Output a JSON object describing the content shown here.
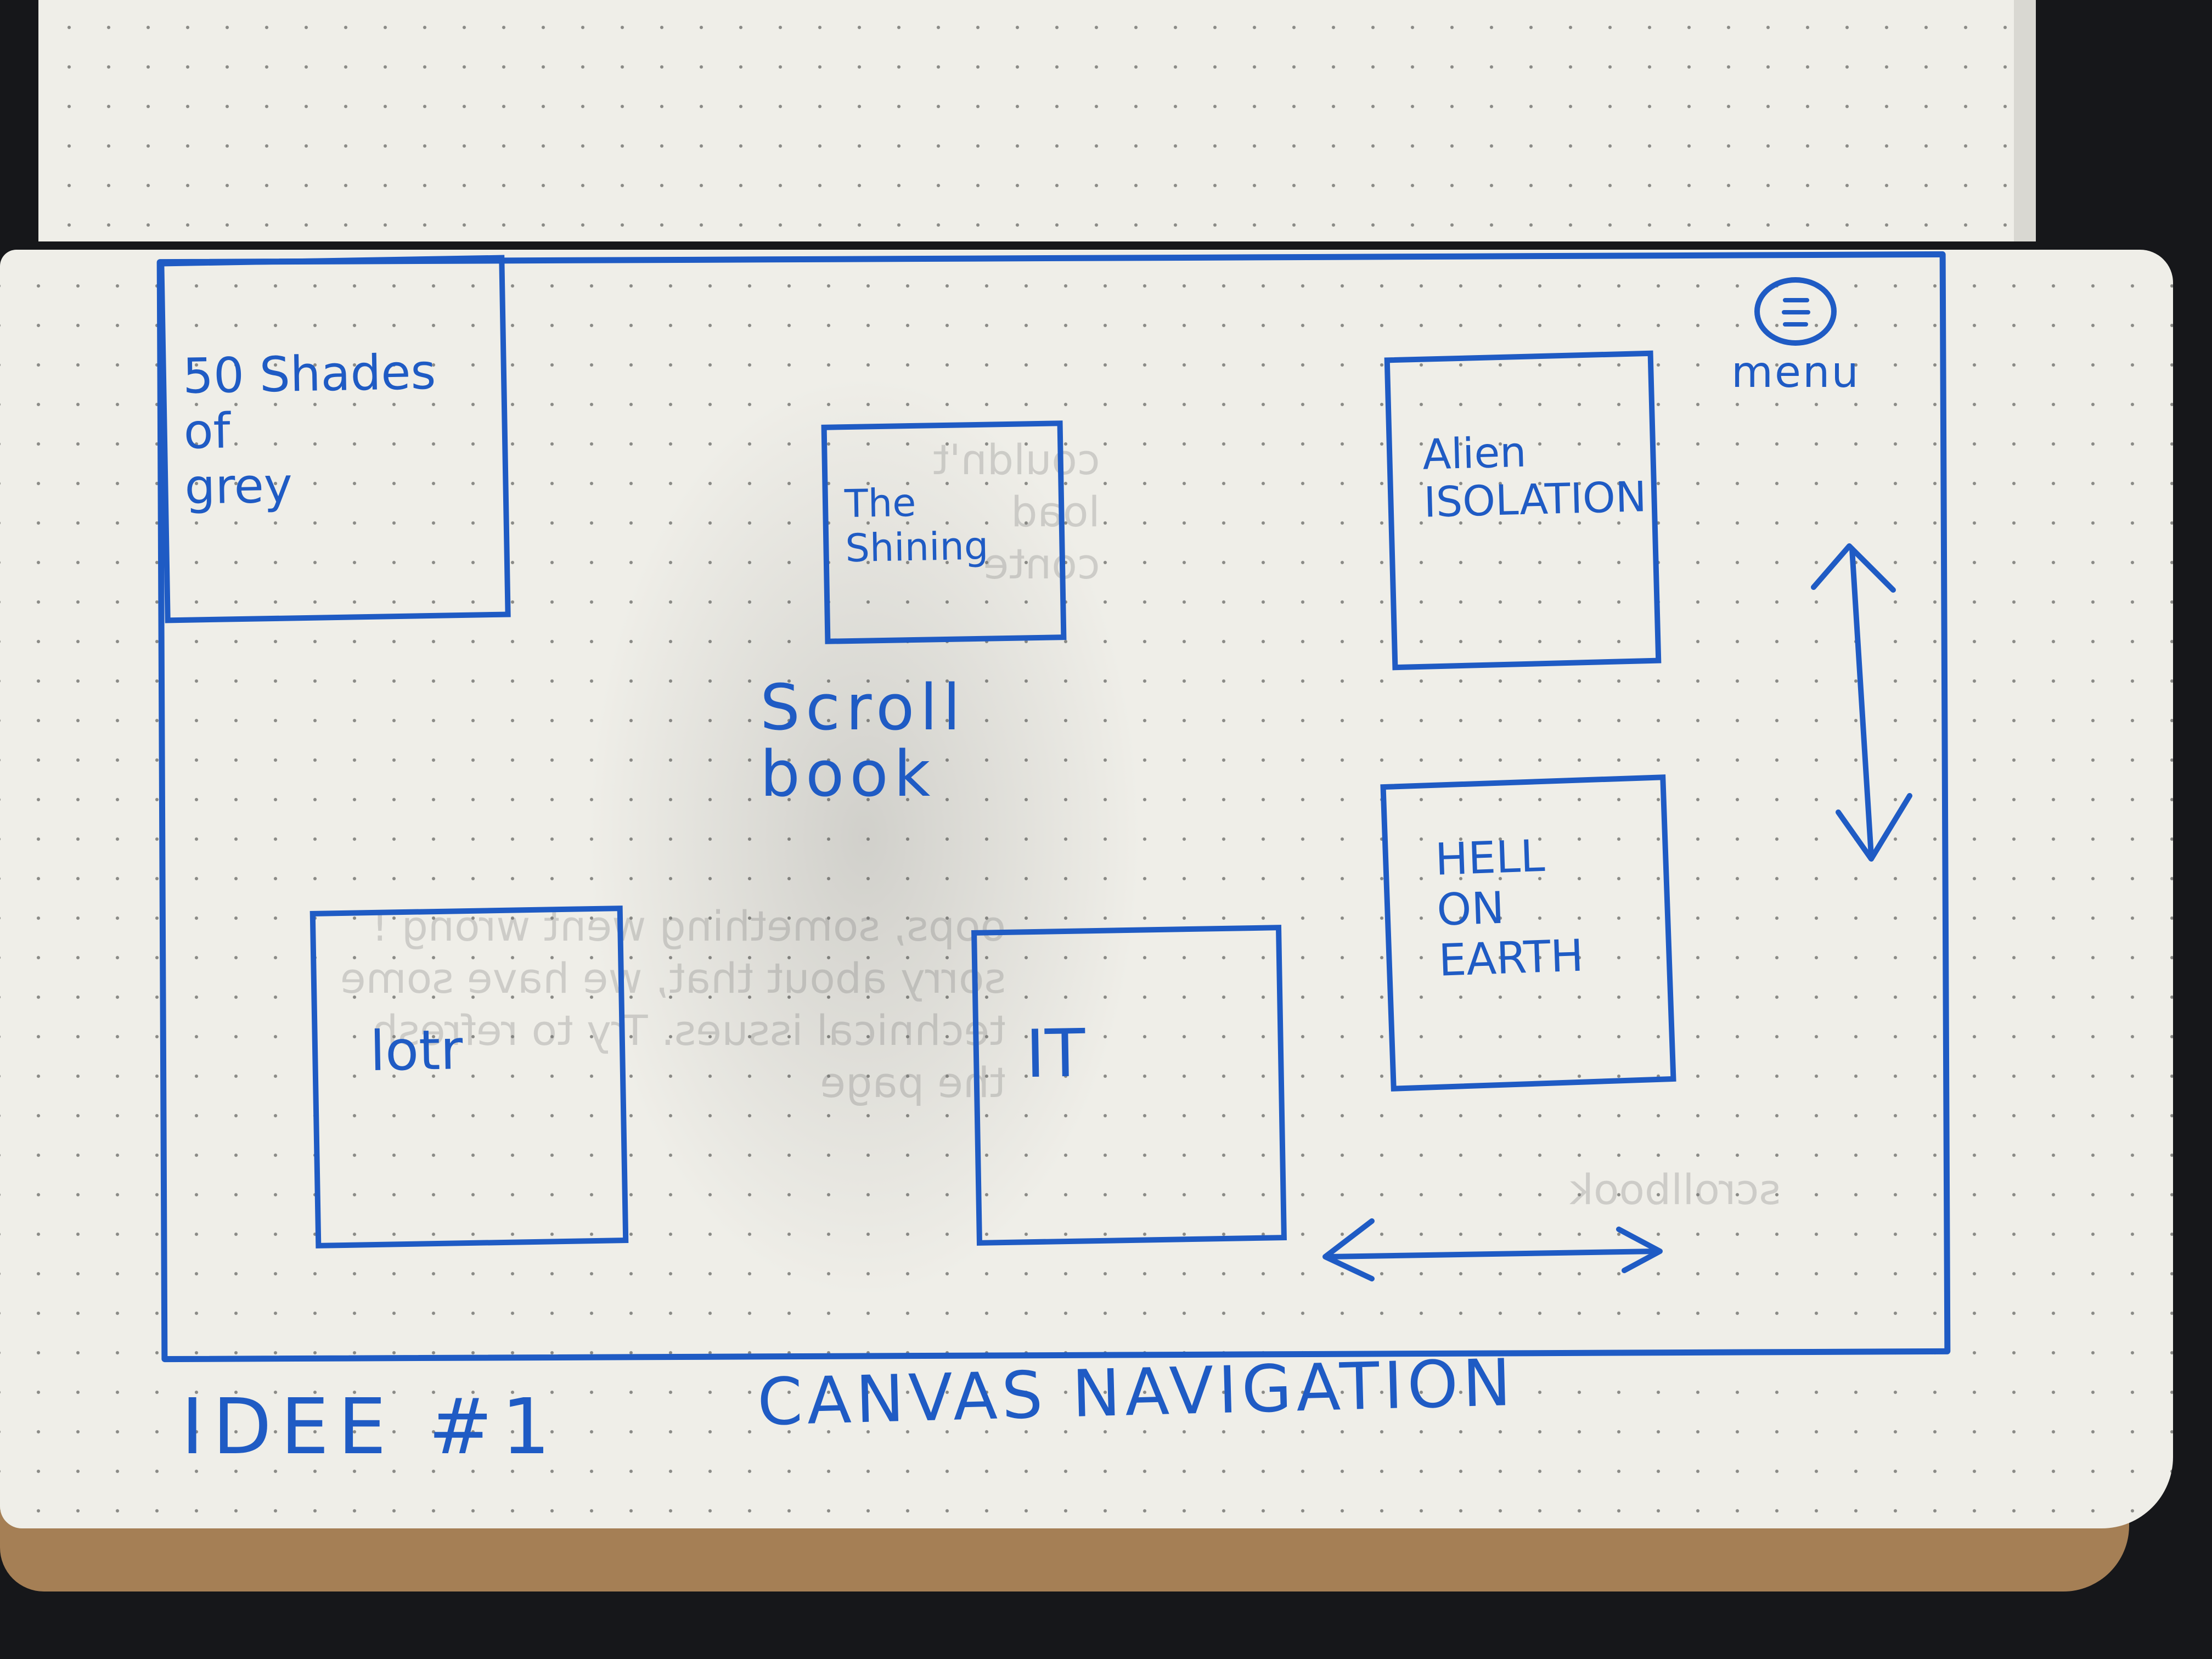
{
  "sketch": {
    "menu_label": "menu",
    "menu_icon": "hamburger-icon",
    "ink_color": "#1f5bc4",
    "cards": [
      {
        "id": "fifty-shades",
        "title": "50 Shades\nof\ngrey"
      },
      {
        "id": "the-shining",
        "title": "The\nShining"
      },
      {
        "id": "alien-isolation",
        "title": "Alien\nISOLATION"
      },
      {
        "id": "hell-on-earth",
        "title": "HELL\nON\nEARTH"
      },
      {
        "id": "lotr",
        "title": "lotr"
      },
      {
        "id": "it",
        "title": "IT"
      }
    ],
    "scroll_note": "Scroll\nbook",
    "vertical_scroll_icon": "double-arrow-vertical-icon",
    "horizontal_scroll_icon": "double-arrow-horizontal-icon",
    "caption_left": "IDEE #1",
    "caption_right": "CANVAS NAVIGATION"
  }
}
